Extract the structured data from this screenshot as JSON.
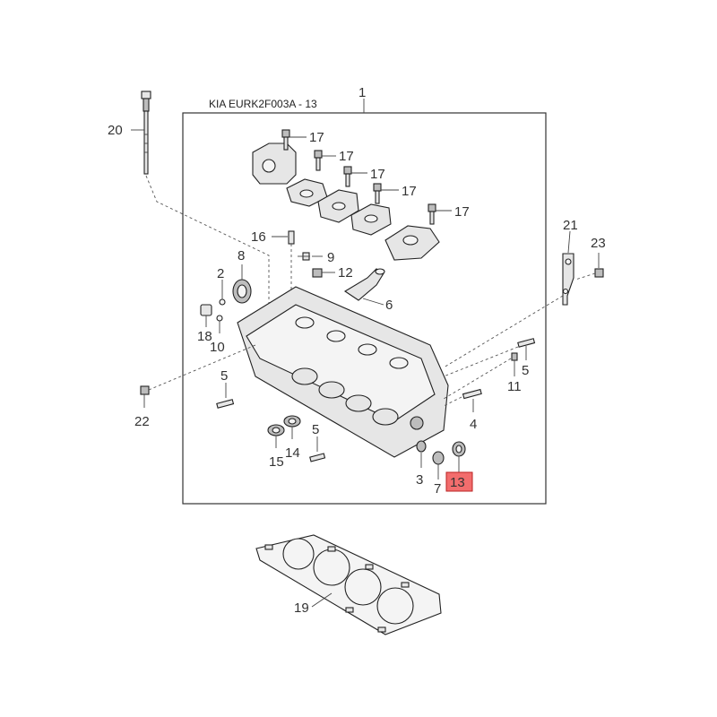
{
  "diagram": {
    "title": "KIA EURK2F003A - 13",
    "highlight_color": "#f26d6d",
    "callouts": {
      "c1": "1",
      "c2": "2",
      "c3": "3",
      "c4": "4",
      "c5a": "5",
      "c5b": "5",
      "c5c": "5",
      "c6": "6",
      "c7": "7",
      "c8": "8",
      "c9": "9",
      "c10": "10",
      "c11": "11",
      "c12": "12",
      "c13": "13",
      "c14": "14",
      "c15": "15",
      "c16": "16",
      "c17a": "17",
      "c17b": "17",
      "c17c": "17",
      "c17d": "17",
      "c17e": "17",
      "c18": "18",
      "c19": "19",
      "c20": "20",
      "c21": "21",
      "c22": "22",
      "c23": "23"
    }
  }
}
